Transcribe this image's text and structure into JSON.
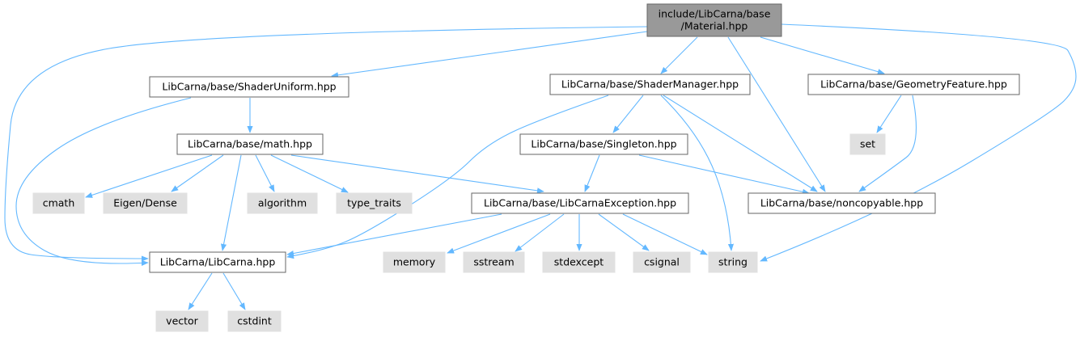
{
  "graph": {
    "colors": {
      "edge": "#63b8ff",
      "root_fill": "#999999",
      "project_fill": "#ffffff",
      "system_fill": "#e0e0e0",
      "node_border": "#666666",
      "system_border": "#999999"
    },
    "nodes": [
      {
        "id": "material",
        "lines": [
          "include/LibCarna/base",
          "/Material.hpp"
        ],
        "kind": "root"
      },
      {
        "id": "shaderuniform",
        "lines": [
          "LibCarna/base/ShaderUniform.hpp"
        ],
        "kind": "project"
      },
      {
        "id": "shadermanager",
        "lines": [
          "LibCarna/base/ShaderManager.hpp"
        ],
        "kind": "project"
      },
      {
        "id": "geometryfeature",
        "lines": [
          "LibCarna/base/GeometryFeature.hpp"
        ],
        "kind": "project"
      },
      {
        "id": "math",
        "lines": [
          "LibCarna/base/math.hpp"
        ],
        "kind": "project"
      },
      {
        "id": "singleton",
        "lines": [
          "LibCarna/base/Singleton.hpp"
        ],
        "kind": "project"
      },
      {
        "id": "set",
        "lines": [
          "set"
        ],
        "kind": "system"
      },
      {
        "id": "cmath",
        "lines": [
          "cmath"
        ],
        "kind": "system"
      },
      {
        "id": "eigen",
        "lines": [
          "Eigen/Dense"
        ],
        "kind": "system"
      },
      {
        "id": "algorithm",
        "lines": [
          "algorithm"
        ],
        "kind": "system"
      },
      {
        "id": "typetraits",
        "lines": [
          "type_traits"
        ],
        "kind": "system"
      },
      {
        "id": "exception",
        "lines": [
          "LibCarna/base/LibCarnaException.hpp"
        ],
        "kind": "project"
      },
      {
        "id": "noncopyable",
        "lines": [
          "LibCarna/base/noncopyable.hpp"
        ],
        "kind": "project"
      },
      {
        "id": "libcarna",
        "lines": [
          "LibCarna/LibCarna.hpp"
        ],
        "kind": "project"
      },
      {
        "id": "memory",
        "lines": [
          "memory"
        ],
        "kind": "system"
      },
      {
        "id": "sstream",
        "lines": [
          "sstream"
        ],
        "kind": "system"
      },
      {
        "id": "stdexcept",
        "lines": [
          "stdexcept"
        ],
        "kind": "system"
      },
      {
        "id": "csignal",
        "lines": [
          "csignal"
        ],
        "kind": "system"
      },
      {
        "id": "string",
        "lines": [
          "string"
        ],
        "kind": "system"
      },
      {
        "id": "vector",
        "lines": [
          "vector"
        ],
        "kind": "system"
      },
      {
        "id": "cstdint",
        "lines": [
          "cstdint"
        ],
        "kind": "system"
      }
    ],
    "edges": [
      {
        "from": "material",
        "to": "shaderuniform"
      },
      {
        "from": "material",
        "to": "shadermanager"
      },
      {
        "from": "material",
        "to": "geometryfeature"
      },
      {
        "from": "material",
        "to": "libcarna"
      },
      {
        "from": "material",
        "to": "noncopyable"
      },
      {
        "from": "material",
        "to": "string"
      },
      {
        "from": "shaderuniform",
        "to": "math"
      },
      {
        "from": "shaderuniform",
        "to": "libcarna"
      },
      {
        "from": "shadermanager",
        "to": "singleton"
      },
      {
        "from": "shadermanager",
        "to": "libcarna"
      },
      {
        "from": "shadermanager",
        "to": "noncopyable"
      },
      {
        "from": "shadermanager",
        "to": "string"
      },
      {
        "from": "geometryfeature",
        "to": "set"
      },
      {
        "from": "geometryfeature",
        "to": "noncopyable"
      },
      {
        "from": "math",
        "to": "cmath"
      },
      {
        "from": "math",
        "to": "eigen"
      },
      {
        "from": "math",
        "to": "algorithm"
      },
      {
        "from": "math",
        "to": "typetraits"
      },
      {
        "from": "math",
        "to": "exception"
      },
      {
        "from": "math",
        "to": "libcarna"
      },
      {
        "from": "singleton",
        "to": "exception"
      },
      {
        "from": "singleton",
        "to": "noncopyable"
      },
      {
        "from": "exception",
        "to": "libcarna"
      },
      {
        "from": "exception",
        "to": "memory"
      },
      {
        "from": "exception",
        "to": "sstream"
      },
      {
        "from": "exception",
        "to": "stdexcept"
      },
      {
        "from": "exception",
        "to": "csignal"
      },
      {
        "from": "exception",
        "to": "string"
      },
      {
        "from": "libcarna",
        "to": "vector"
      },
      {
        "from": "libcarna",
        "to": "cstdint"
      }
    ]
  }
}
